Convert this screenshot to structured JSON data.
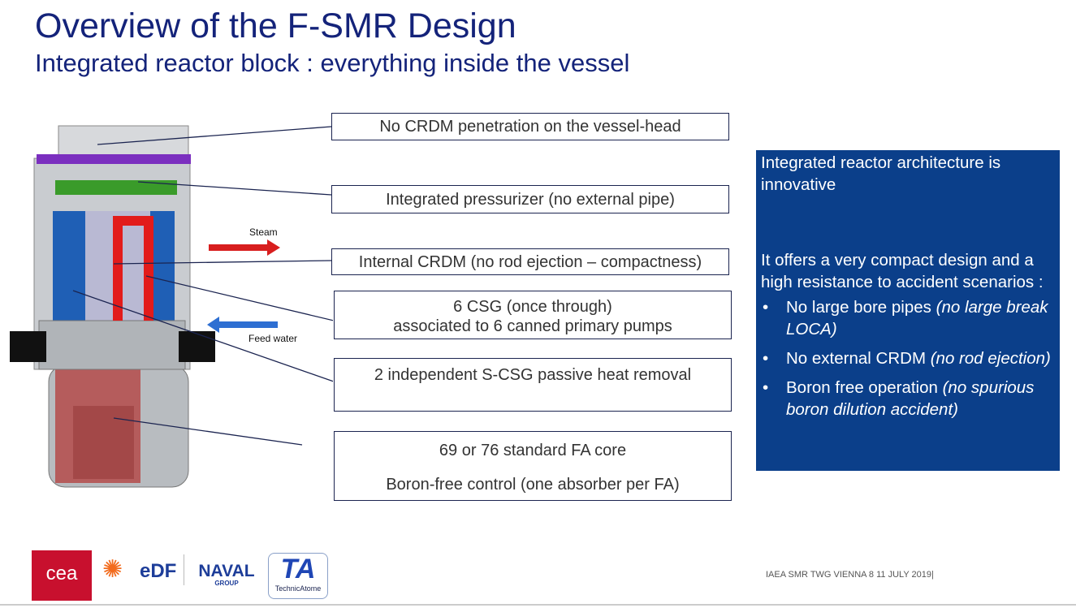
{
  "title": "Overview of the F-SMR Design",
  "subtitle": "Integrated  reactor block : everything inside the vessel",
  "callouts": [
    {
      "lines": [
        "No CRDM penetration on the vessel-head"
      ]
    },
    {
      "lines": [
        "Integrated pressurizer (no external pipe)"
      ]
    },
    {
      "lines": [
        "Internal CRDM (no rod ejection – compactness)"
      ]
    },
    {
      "lines": [
        "6 CSG (once through)",
        "associated to 6 canned primary pumps"
      ]
    },
    {
      "lines": [
        "2 independent  S-CSG passive heat removal"
      ]
    },
    {
      "lines": [
        "69 or 76  standard FA core",
        "Boron-free control (one absorber per FA)"
      ]
    }
  ],
  "diagram": {
    "steam_label": "Steam",
    "feedwater_label": "Feed water"
  },
  "panel": {
    "heading": "Integrated reactor architecture is innovative",
    "intro": "It offers a very compact design and a high resistance to accident scenarios :",
    "bullets": [
      {
        "text": "No large bore pipes ",
        "note": "(no large break LOCA)"
      },
      {
        "text": "No external CRDM ",
        "note": "(no rod ejection)"
      },
      {
        "text": "Boron free operation  ",
        "note": "(no spurious boron dilution accident)"
      }
    ]
  },
  "logos": {
    "cea": "cea",
    "edf": "eDF",
    "naval": "NAVAL",
    "naval_sub": "GROUP",
    "ta": "TA",
    "ta_sub": "TechnicAtome"
  },
  "footer": "IAEA SMR TWG VIENNA 8 11 JULY 2019|",
  "colors": {
    "title": "#14237a",
    "panel": "#0b3f8a"
  }
}
